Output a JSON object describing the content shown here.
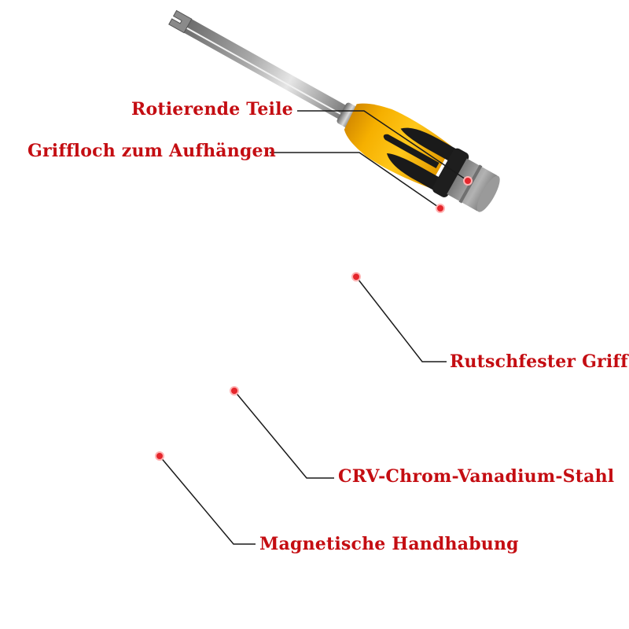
{
  "colors": {
    "label": "#c40d12",
    "handle_yellow": "#f7b500",
    "handle_black": "#1a1a1a",
    "cap_gray": "#8d8d8d",
    "shaft_steel": "#b8b8b8",
    "marker_red": "#e5262c"
  },
  "labels": {
    "rotating_parts": "Rotierende Teile",
    "hanging_hole": "Griffloch zum Aufhängen",
    "non_slip_grip": "Rutschfester Griff",
    "crv_steel": "CRV-Chrom-Vanadium-Stahl",
    "magnetic_handling": "Magnetische Handhabung"
  }
}
